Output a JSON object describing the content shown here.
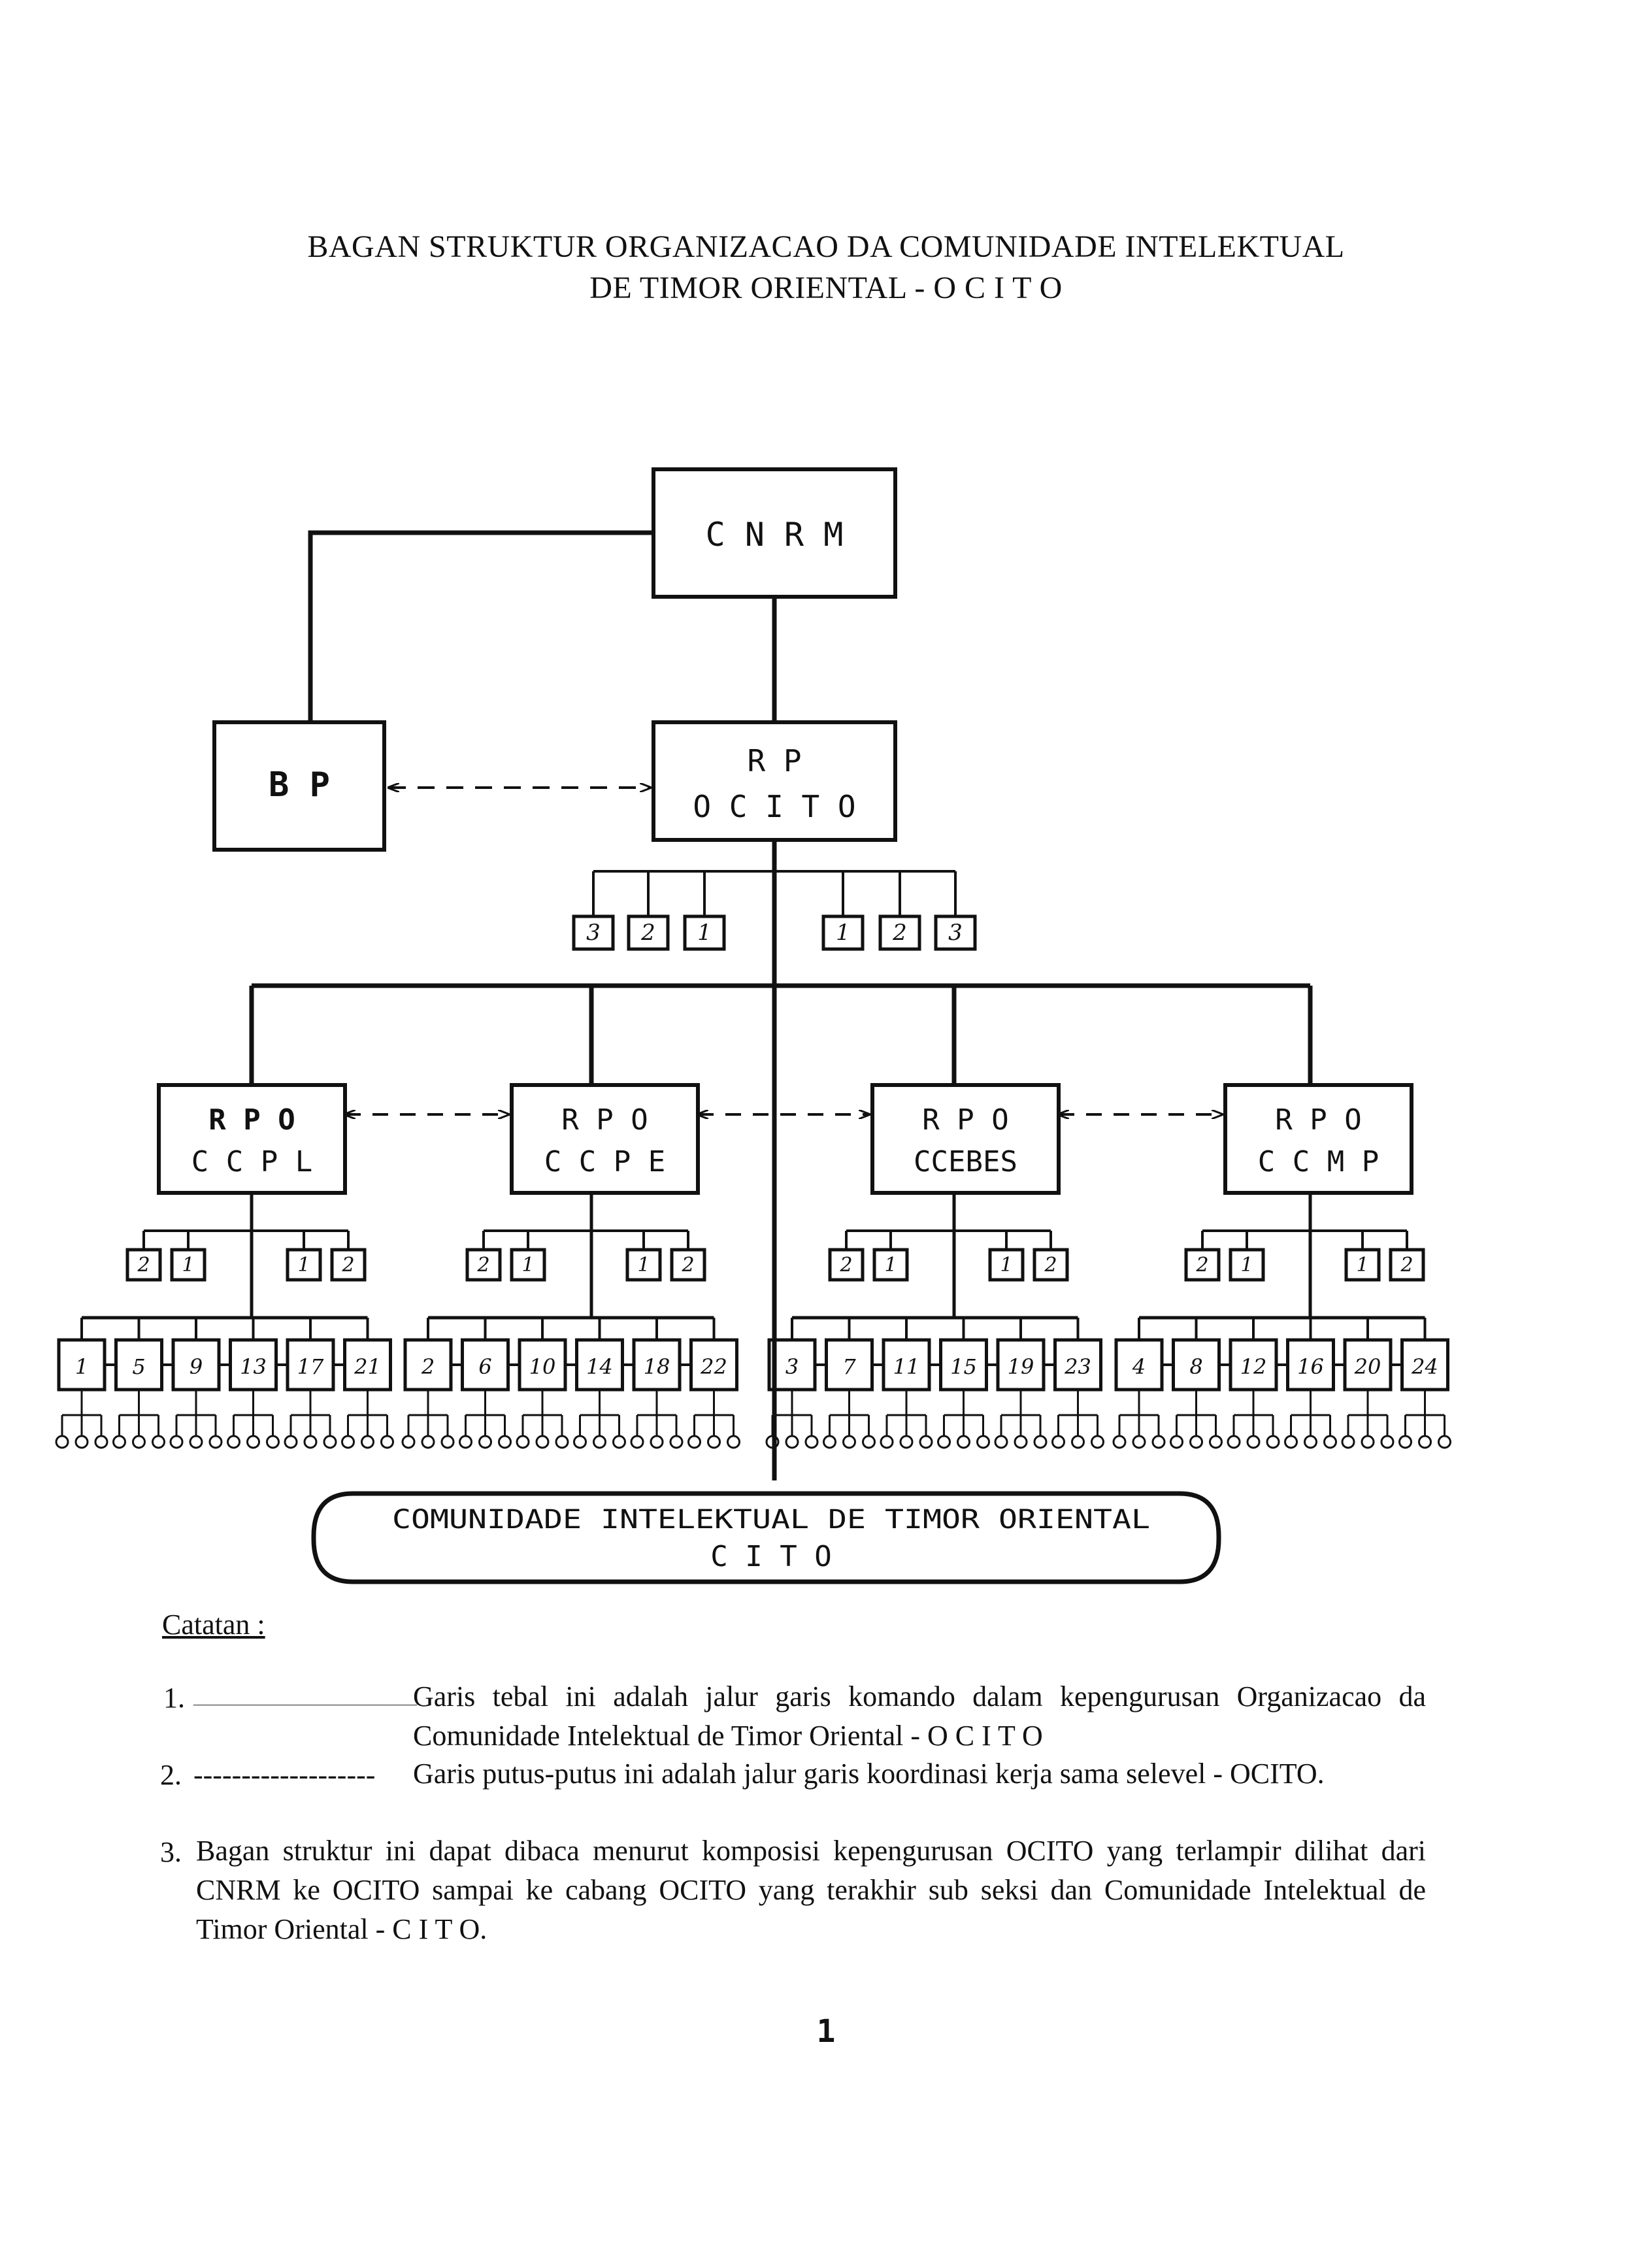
{
  "title": {
    "line1": "BAGAN STRUKTUR ORGANIZACAO DA COMUNIDADE INTELEKTUAL",
    "line2": "DE TIMOR ORIENTAL - O C I T O"
  },
  "chart": {
    "top": "C N R M",
    "bp": "B P",
    "rp": {
      "line1": "R P",
      "line2": "O C I T O"
    },
    "rp_left_subs": [
      "3",
      "2",
      "1"
    ],
    "rp_right_subs": [
      "1",
      "2",
      "3"
    ],
    "branches": [
      {
        "line1": "R P O",
        "line2": "C C P L",
        "subs_left": [
          "2",
          "1"
        ],
        "subs_right": [
          "1",
          "2"
        ],
        "cells": [
          "1",
          "5",
          "9",
          "13",
          "17",
          "21"
        ]
      },
      {
        "line1": "R P O",
        "line2": "C C P E",
        "subs_left": [
          "2",
          "1"
        ],
        "subs_right": [
          "1",
          "2"
        ],
        "cells": [
          "2",
          "6",
          "10",
          "14",
          "18",
          "22"
        ]
      },
      {
        "line1": "R P O",
        "line2": "CCEBES",
        "subs_left": [
          "2",
          "1"
        ],
        "subs_right": [
          "1",
          "2"
        ],
        "cells": [
          "3",
          "7",
          "11",
          "15",
          "19",
          "23"
        ]
      },
      {
        "line1": "R P O",
        "line2": "C C M P",
        "subs_left": [
          "2",
          "1"
        ],
        "subs_right": [
          "1",
          "2"
        ],
        "cells": [
          "4",
          "8",
          "12",
          "16",
          "20",
          "24"
        ]
      }
    ],
    "bottom": {
      "line1": "COMUNIDADE INTELEKTUAL DE TIMOR ORIENTAL",
      "line2": "C I T O"
    }
  },
  "notes": {
    "heading": "Catatan :",
    "items": [
      {
        "number": "1.",
        "marker": "___________________",
        "text": "Garis tebal ini adalah jalur garis komando dalam kepengurusan Organizacao da Comunidade Intelektual de Timor Oriental - O C I T O"
      },
      {
        "number": "2.",
        "marker": "-------------------",
        "text": "Garis putus-putus ini adalah jalur garis koordinasi kerja sama selevel - OCITO."
      },
      {
        "number": "3.",
        "text": "Bagan struktur ini dapat dibaca menurut komposisi kepengurusan OCITO yang terlampir dilihat dari CNRM ke OCITO sampai ke cabang OCITO yang terakhir sub seksi dan Comunidade Intelektual de Timor Oriental - C I T O."
      }
    ]
  },
  "page_number": "1"
}
